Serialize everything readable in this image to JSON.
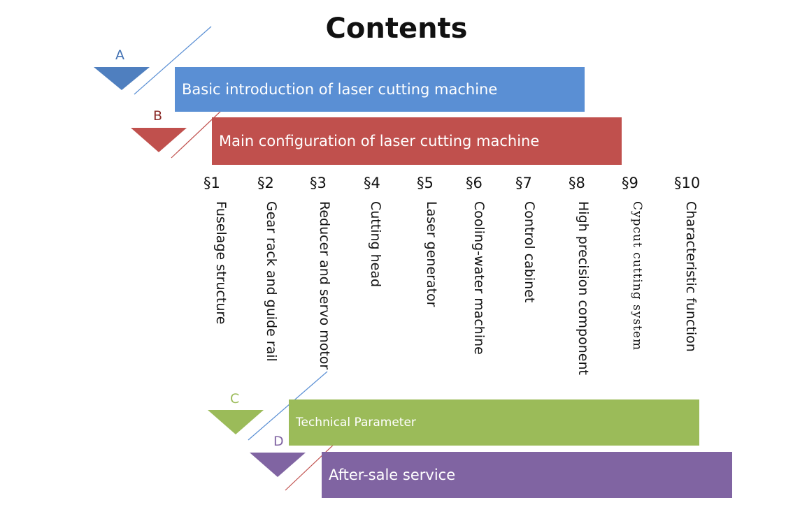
{
  "title": "Contents",
  "colors": {
    "blue": "#5a8fd4",
    "red": "#c0504d",
    "green": "#9bbb59",
    "purple": "#8064a2"
  },
  "sections": {
    "a": {
      "letter": "A",
      "label": "Basic introduction of laser cutting machine"
    },
    "b": {
      "letter": "B",
      "label": "Main configuration of laser cutting machine"
    },
    "c": {
      "letter": "C",
      "label": "Technical Parameter"
    },
    "d": {
      "letter": "D",
      "label": "After-sale service"
    }
  },
  "items": [
    {
      "num": "§1",
      "label": "Fuselage structure"
    },
    {
      "num": "§2",
      "label": "Gear rack and guide rail"
    },
    {
      "num": "§3",
      "label": "Reducer and servo motor"
    },
    {
      "num": "§4",
      "label": "Cutting head"
    },
    {
      "num": "§5",
      "label": "Laser generator"
    },
    {
      "num": "§6",
      "label": "Cooling-water machine"
    },
    {
      "num": "§7",
      "label": "Control cabinet"
    },
    {
      "num": "§8",
      "label": "High precision component"
    },
    {
      "num": "§9",
      "label": "Cypcut cutting system"
    },
    {
      "num": "§10",
      "label": "Characteristic function"
    }
  ]
}
